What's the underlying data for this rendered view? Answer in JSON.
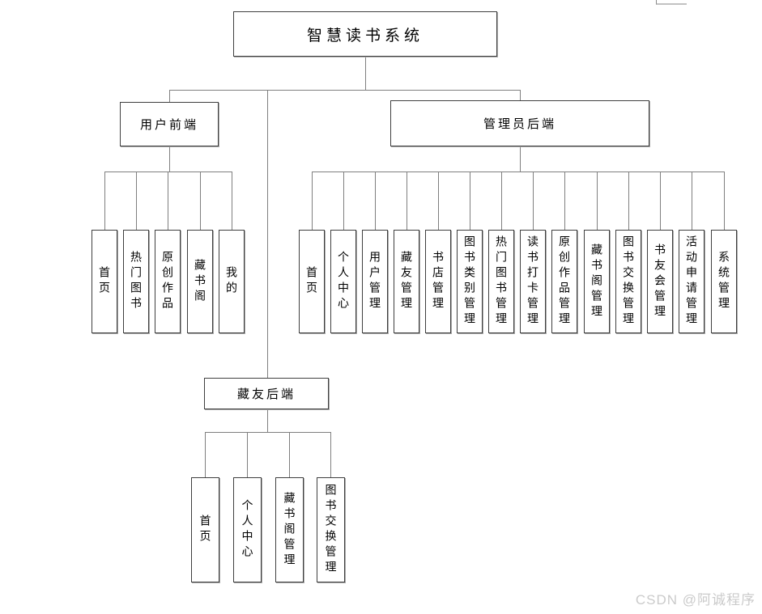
{
  "diagram": {
    "root_label": "智慧读书系统",
    "branches": [
      {
        "label": "用户前端",
        "children": [
          "首页",
          "热门图书",
          "原创作品",
          "藏书阁",
          "我的"
        ]
      },
      {
        "label": "管理员后端",
        "children": [
          "首页",
          "个人中心",
          "用户管理",
          "藏友管理",
          "书店管理",
          "图书类别管理",
          "热门图书管理",
          "读书打卡管理",
          "原创作品管理",
          "藏书阁管理",
          "图书交换管理",
          "书友会管理",
          "活动申请管理",
          "系统管理"
        ]
      },
      {
        "label": "藏友后端",
        "children": [
          "首页",
          "个人中心",
          "藏书阁管理",
          "图书交换管理"
        ]
      }
    ]
  },
  "watermark": {
    "text": "CSDN @阿诚程序",
    "color": "#cbcbcb"
  },
  "colors": {
    "line": "#7f7f7f",
    "box_border": "#3f3f3f",
    "background": "#ffffff"
  }
}
